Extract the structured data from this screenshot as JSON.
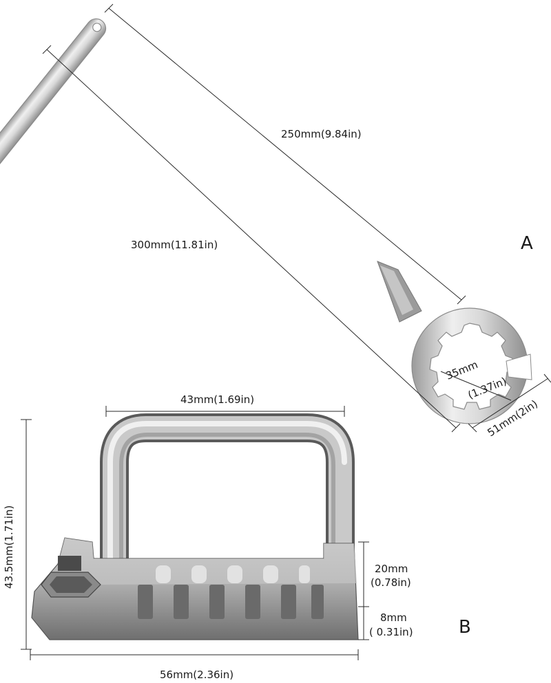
{
  "tools": {
    "a": {
      "label": "A",
      "dims": {
        "handle_length": "250mm(9.84in)",
        "overall_length": "300mm(11.81in)",
        "inner_diameter_mm": "35mm",
        "inner_diameter_in": "(1.37in)",
        "outer_width": "51mm(2in)"
      }
    },
    "b": {
      "label": "B",
      "dims": {
        "top_width": "43mm(1.69in)",
        "height": "43.5mm(1.71in)",
        "upper_height_mm": "20mm",
        "upper_height_in": "(0.78in)",
        "base_height_mm": "8mm",
        "base_height_in": "( 0.31in)",
        "base_width": "56mm(2.36in)"
      }
    }
  },
  "colors": {
    "steel_light": "#f2f2f2",
    "steel_mid": "#c4c4c4",
    "steel_dark": "#7a7a7a",
    "line": "#2a2a2a"
  }
}
